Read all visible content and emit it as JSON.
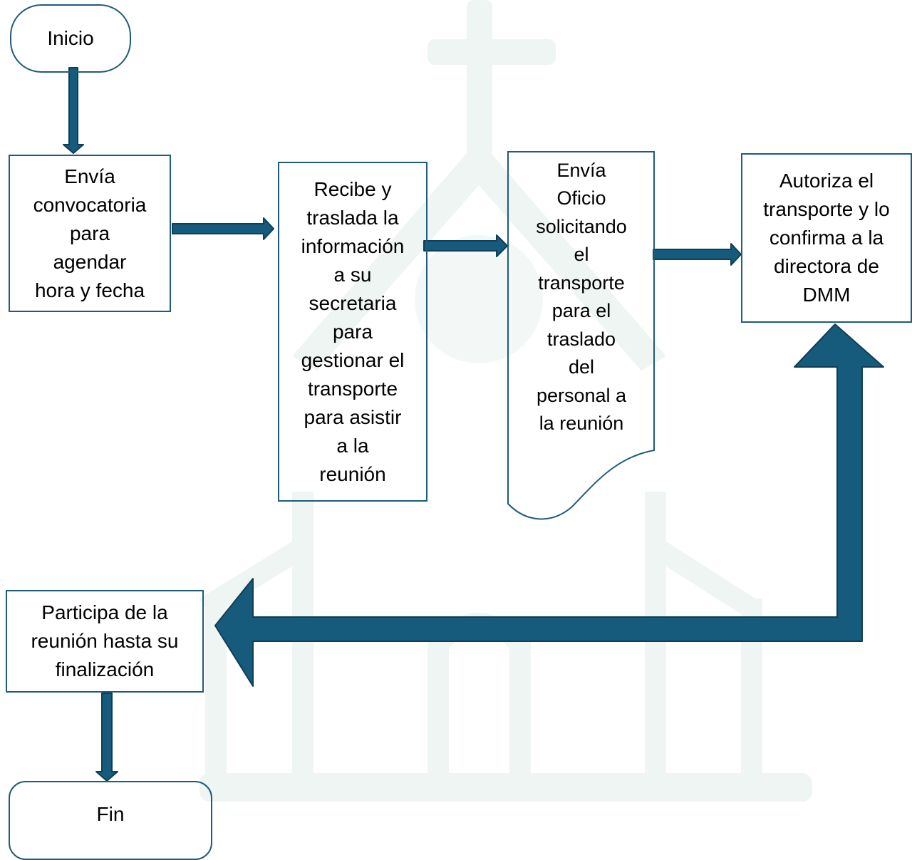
{
  "diagram": {
    "colors": {
      "border": "#1f5b7a",
      "arrow_fill": "#165a7c",
      "arrow_stroke": "#0f3f57",
      "watermark": "#eef5f2"
    },
    "watermark_icon": "church-icon",
    "nodes": {
      "start": {
        "label": "Inicio"
      },
      "step1": {
        "label": "Envía\nconvocatoria\npara\nagendar\nhora y fecha"
      },
      "step2": {
        "label": "Recibe y\ntraslada la\ninformación\na su\nsecretaria\npara\ngestionar el\ntransporte\npara asistir\na la\nreunión"
      },
      "step3": {
        "label": "Envía\nOficio\nsolicitando\nel\ntransporte\npara el\ntraslado\ndel\npersonal a\nla reunión"
      },
      "step4": {
        "label": "Autoriza el\ntransporte y lo\nconfirma a la\ndirectora de\nDMM"
      },
      "step5": {
        "label": "Participa de la\nreunión hasta su\nfinalización"
      },
      "end": {
        "label": "Fin"
      }
    }
  }
}
